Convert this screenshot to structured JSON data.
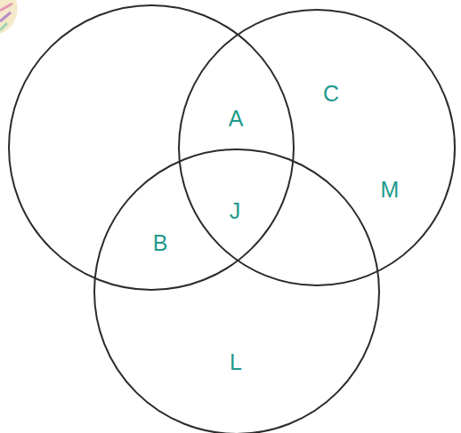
{
  "diagram": {
    "labels": [
      "C",
      "A",
      "M",
      "J",
      "B",
      "L"
    ]
  }
}
